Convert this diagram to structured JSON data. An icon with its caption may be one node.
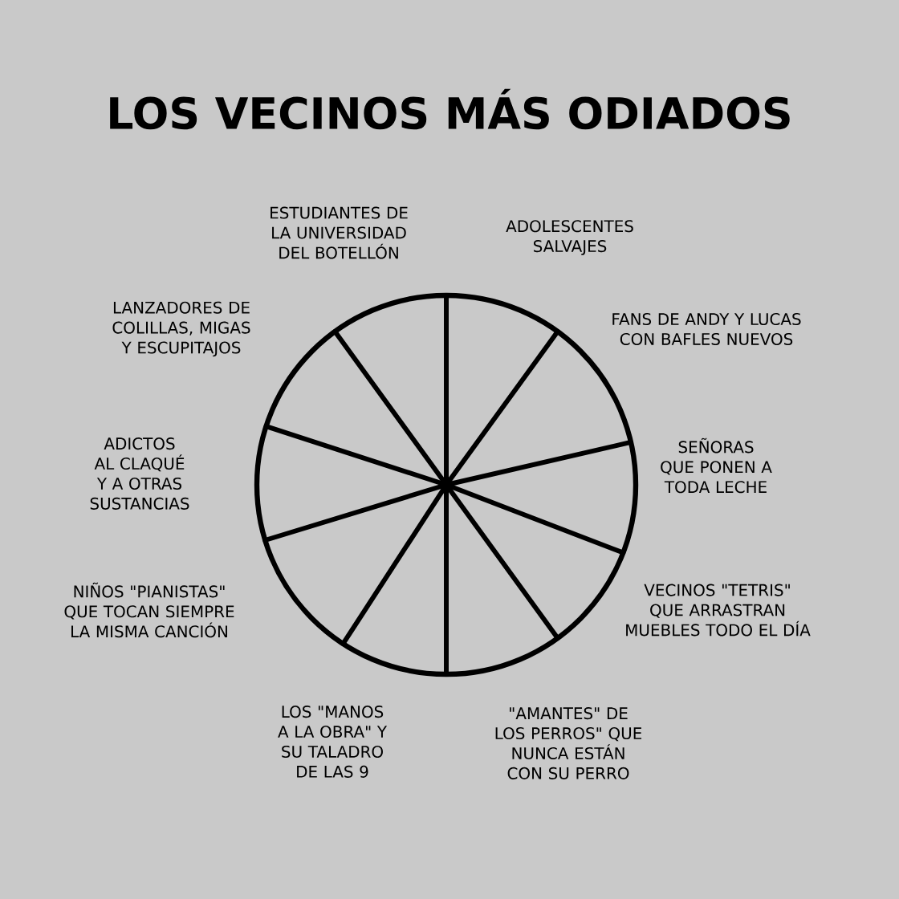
{
  "diagram": {
    "title": "LOS VECINOS MÁS ODIADOS",
    "labels": [
      "ESTUDIANTES DE LA UNIVERSIDAD DEL BOTELLÓN",
      "ADOLESCENTES SALVAJES",
      "LANZADORES DE COLILLAS, MIGAS Y ESCUPITAJOS",
      "FANS DE ANDY Y LUCAS CON BAFLES NUEVOS",
      "ADICTOS AL CLAQUÉ Y A OTRAS SUSTANCIAS",
      "SEÑORAS QUE PONEN A TODA LECHE",
      "NIÑOS \"PIANISTAS\" QUE TOCAN SIEMPRE LA MISMA CANCIÓN",
      "VECINOS \"TETRIS\" QUE ARRASTRAN MUEBLES TODO EL DÍA",
      "LOS \"MANOS A LA OBRA\" Y SU TALADRO DE LAS 9",
      "\"AMANTES\" DE LOS PERROS\" QUE NUNCA ESTÁN CON SU PERRO"
    ]
  }
}
